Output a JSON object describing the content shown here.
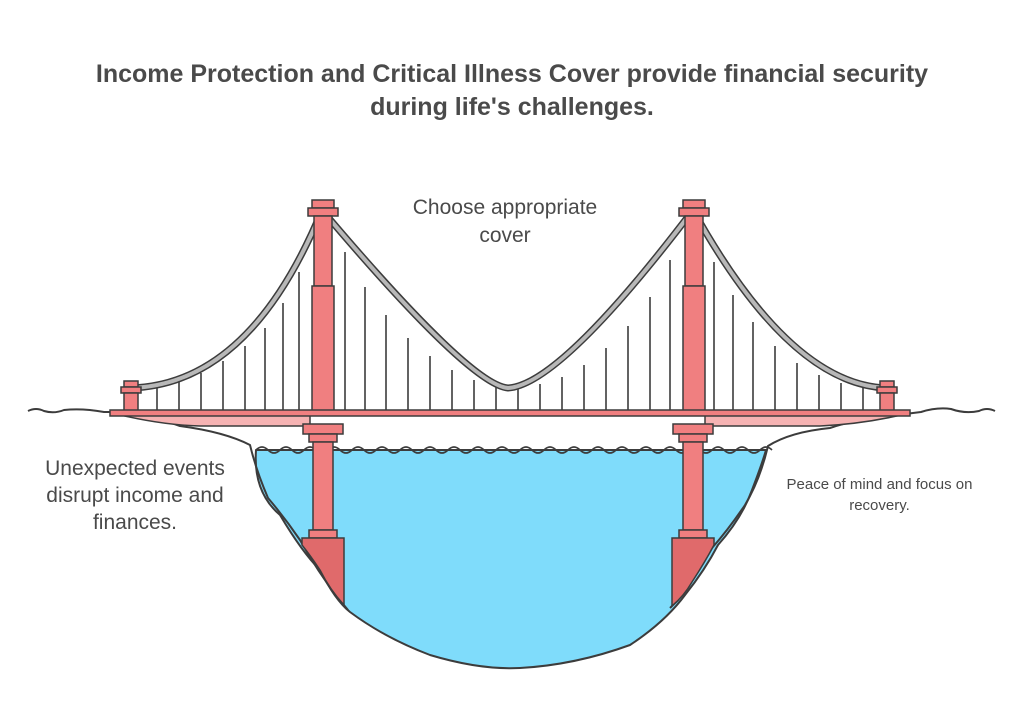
{
  "title": {
    "line1": "Income Protection and Critical Illness Cover provide financial security",
    "line2": "during life's challenges."
  },
  "labels": {
    "top": {
      "line1": "Choose appropriate",
      "line2": "cover"
    },
    "left": {
      "line1": "Unexpected events",
      "line2": "disrupt income and",
      "line3": "finances."
    },
    "right": {
      "line1": "Peace of mind and focus on",
      "line2": "recovery."
    }
  },
  "colors": {
    "tower": "#f07f80",
    "tower_dark": "#e06a6b",
    "water": "#7fdcfb",
    "cable": "#b8b8b8",
    "outline": "#3c3c3c",
    "text": "#4a4a4a"
  }
}
